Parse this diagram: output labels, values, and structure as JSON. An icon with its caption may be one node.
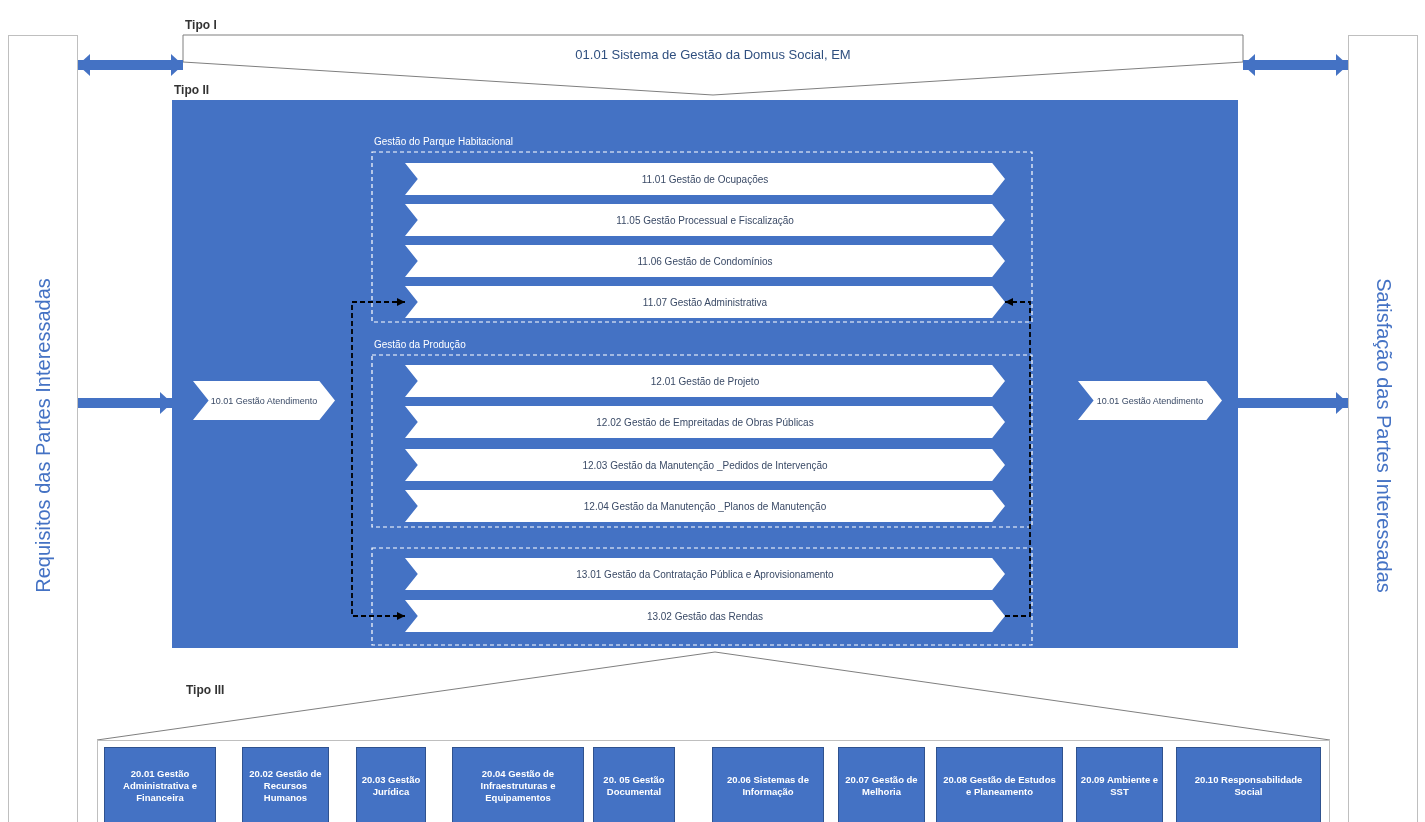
{
  "diagram": {
    "nodes": [
      {
        "text": [
          "Requisitos das Partes Interessadas"
        ]
      },
      {
        "text": [
          "Satisfação das Partes Interessadas"
        ]
      },
      {
        "text": [
          "Tipo I",
          "01.01 Sistema de Gestão da Domus Social, EM"
        ]
      },
      {
        "text": [
          "Tipo II"
        ]
      },
      {
        "text": [
          "10.01 Gestão Atendimento"
        ],
        "in": 3
      },
      {
        "text": [
          "Gestão do Parque Habitacional"
        ],
        "in": 3
      },
      {
        "text": [
          "11.01 Gestão de Ocupações"
        ],
        "in": 5
      },
      {
        "text": [
          "11.05 Gestão Processual e Fiscalização"
        ],
        "in": 5
      },
      {
        "text": [
          "11.06 Gestão de Condomínios"
        ],
        "in": 5
      },
      {
        "text": [
          "11.07 Gestão Administrativa"
        ],
        "in": 5
      },
      {
        "text": [
          "Gestão da Produção"
        ],
        "in": 3
      },
      {
        "text": [
          "12.01 Gestão de Projeto"
        ],
        "in": 10
      },
      {
        "text": [
          "12.02 Gestão de Empreitadas de Obras Públicas"
        ],
        "in": 10
      },
      {
        "text": [
          "12.03 Gestão da Manutenção _Pedidos de Intervenção"
        ],
        "in": 10
      },
      {
        "text": [
          "12.04 Gestão da Manutenção _Planos de Manutenção"
        ],
        "in": 10
      },
      {
        "text": [],
        "shape": "box",
        "in": 3
      },
      {
        "text": [
          "13.01 Gestão da Contratação Pública e Aprovisionamento"
        ],
        "in": 15
      },
      {
        "text": [
          "13.02 Gestão das Rendas"
        ],
        "in": 15
      },
      {
        "text": [
          "10.01 Gestão Atendimento"
        ],
        "in": 3
      },
      {
        "text": [
          "Tipo III"
        ]
      },
      {
        "text": [
          "20.01 Gestão Administrativa e Financeira"
        ],
        "in": 19
      },
      {
        "text": [
          "20.02 Gestão de Recursos Humanos"
        ],
        "in": 19
      },
      {
        "text": [
          "20.03 Gestão Jurídica"
        ],
        "in": 19
      },
      {
        "text": [
          "20.04 Gestão de Infraestruturas e Equipamentos"
        ],
        "in": 19
      },
      {
        "text": [
          "20. 05 Gestão Documental"
        ],
        "in": 19
      },
      {
        "text": [
          "20.06 Sistemas de Informação"
        ],
        "in": 19
      },
      {
        "text": [
          "20.07 Gestão de Melhoria"
        ],
        "in": 19
      },
      {
        "text": [
          "20.08 Gestão de Estudos e Planeamento"
        ],
        "in": 19
      },
      {
        "text": [
          "20.09 Ambiente e SST"
        ],
        "in": 19
      },
      {
        "text": [
          "20.10 Responsabilidade Social"
        ],
        "in": 19
      }
    ],
    "edges": [
      {
        "from": 0,
        "to": 2,
        "arrow": "both"
      },
      {
        "from": 2,
        "to": 1,
        "arrow": "both"
      },
      {
        "from": 0,
        "to": 3,
        "arrow": "to"
      },
      {
        "from": 3,
        "to": 1,
        "arrow": "to"
      },
      {
        "from": 9,
        "to": 17,
        "arrow": "both",
        "style": "dashed",
        "color": "#000000"
      },
      {
        "from": 17,
        "to": 9,
        "arrow": "to",
        "style": "dashed",
        "color": "#000000"
      }
    ]
  }
}
